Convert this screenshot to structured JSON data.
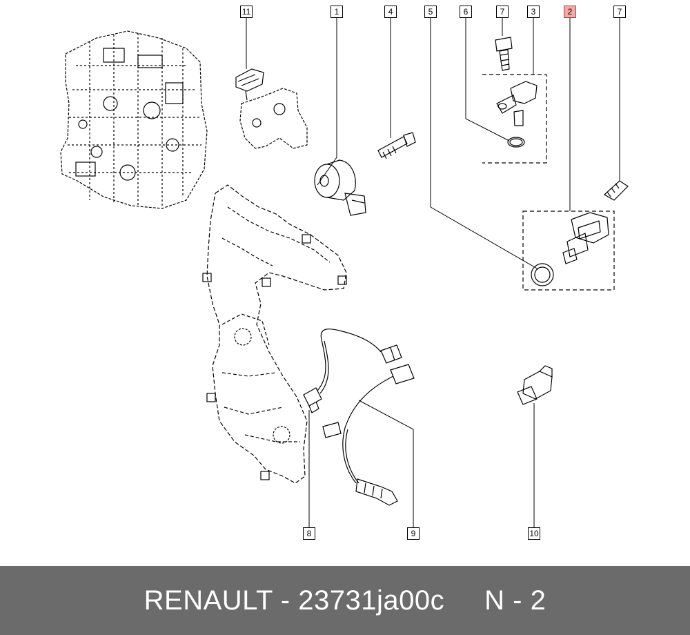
{
  "callouts": [
    {
      "id": "c11",
      "label": "11"
    },
    {
      "id": "c1",
      "label": "1"
    },
    {
      "id": "c4",
      "label": "4"
    },
    {
      "id": "c5",
      "label": "5"
    },
    {
      "id": "c6",
      "label": "6"
    },
    {
      "id": "c7a",
      "label": "7"
    },
    {
      "id": "c3",
      "label": "3"
    },
    {
      "id": "c2",
      "label": "2"
    },
    {
      "id": "c7b",
      "label": "7"
    },
    {
      "id": "c8",
      "label": "8"
    },
    {
      "id": "c9",
      "label": "9"
    },
    {
      "id": "c10",
      "label": "10"
    }
  ],
  "highlight_color": "#f4a9a9",
  "footer": {
    "brand": "RENAULT",
    "separator": " - ",
    "part_number": "23731ja00c",
    "position_label": "N - 2",
    "background": "#6b6b6b"
  }
}
